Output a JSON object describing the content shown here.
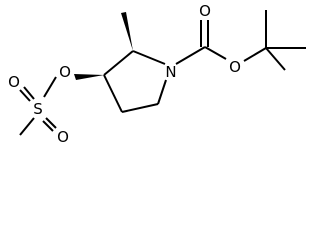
{
  "molecule": {
    "atoms": {
      "ring_n": "N",
      "carbonyl_o": "O",
      "ester_o": "O",
      "ether_o": "O",
      "sulfur": "S",
      "sulfonyl_o_top": "O",
      "sulfonyl_o_bottom": "O"
    },
    "colors": {
      "ink": "#000000",
      "background": "#ffffff"
    }
  }
}
